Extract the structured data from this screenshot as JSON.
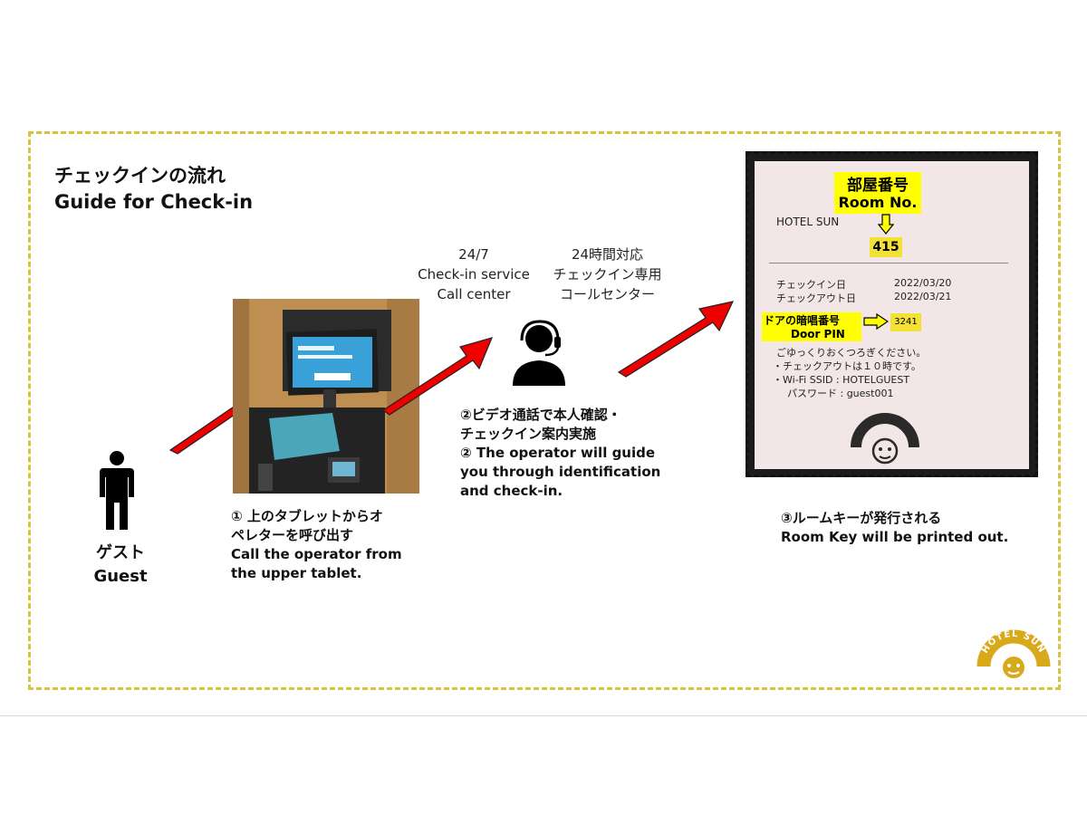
{
  "title": {
    "jp": "チェックインの流れ",
    "en": "Guide for Check-in"
  },
  "guest": {
    "jp": "ゲスト",
    "en": "Guest",
    "icon": "person-icon"
  },
  "step1": {
    "jp_line1": "① 上のタブレットからオ",
    "jp_line2": "ペレターを呼び出す",
    "en_line1": "Call the operator from",
    "en_line2": "the upper tablet."
  },
  "call_center": {
    "en_line1": "24/7",
    "en_line2": "Check-in service",
    "en_line3": "Call center",
    "jp_line1": "24時間対応",
    "jp_line2": "チェックイン専用",
    "jp_line3": "コールセンター",
    "icon": "operator-headset-icon"
  },
  "step2": {
    "jp_line1": "②ビデオ通話で本人確認・",
    "jp_line2": "チェックイン案内実施",
    "en_line1": "② The operator will guide",
    "en_line2": "you through identification",
    "en_line3": "and check-in."
  },
  "step3": {
    "jp": "③ルームキーが発行される",
    "en": "Room Key will be printed out."
  },
  "receipt": {
    "room_label_jp": "部屋番号",
    "room_label_en": "Room No.",
    "hotel_name": "HOTEL SUN",
    "room_number": "415",
    "checkin_label": "チェックイン日",
    "checkin_date": "2022/03/20",
    "checkout_label": "チェックアウト日",
    "checkout_date": "2022/03/21",
    "pin_label_jp": "ドアの暗唱番号",
    "pin_label_en": "Door PIN",
    "pin": "3241",
    "note1": "ごゆっくりおくつろぎください。",
    "note2": "・チェックアウトは１０時です。",
    "note3": "・Wi-Fi SSID : HOTELGUEST",
    "note4": "パスワード : guest001"
  },
  "logo": {
    "text": "HOTEL SUN"
  },
  "colors": {
    "frame": "#d6c43f",
    "arrow": "#ee0000",
    "highlight": "#ffff00",
    "logo": "#d9a91c"
  }
}
